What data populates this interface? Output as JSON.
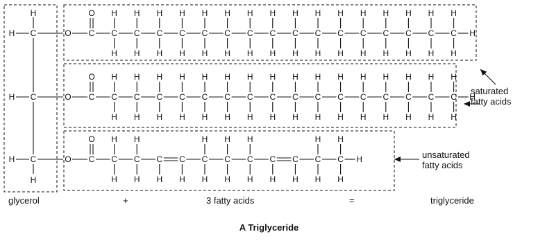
{
  "atoms": {
    "H": "H",
    "C": "C",
    "O": "O"
  },
  "side_labels": {
    "saturated": [
      "saturated",
      "fatty acids"
    ],
    "unsaturated": [
      "unsaturated",
      "fatty acids"
    ]
  },
  "bottom_labels": {
    "glycerol": "glycerol",
    "plus": "+",
    "fatty_acids": "3 fatty acids",
    "equals": "=",
    "triglyceride": "triglyceride"
  },
  "caption": "A Triglyceride",
  "chains": {
    "saturated_carbon_count": 17,
    "unsaturated_carbon_count": 12,
    "unsaturated_double_bonds_after_carbon": [
      4,
      9
    ]
  }
}
